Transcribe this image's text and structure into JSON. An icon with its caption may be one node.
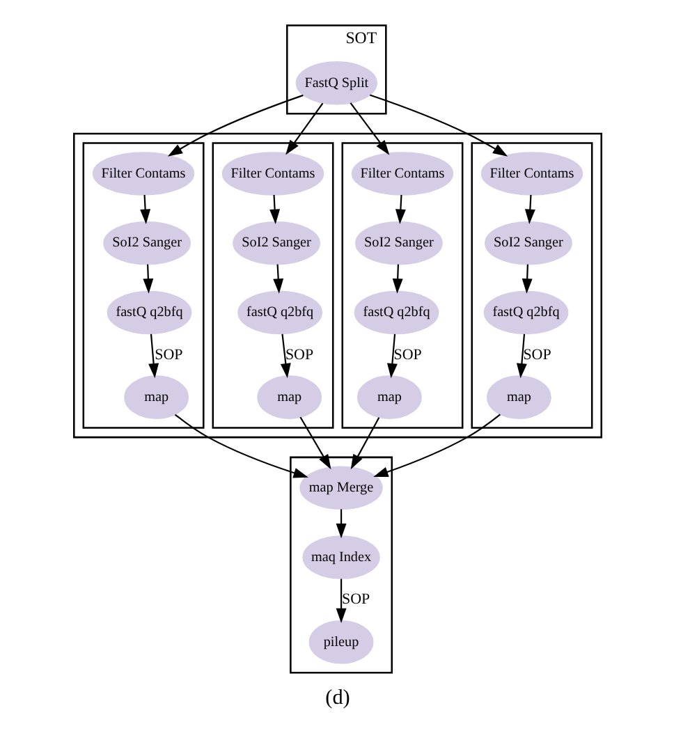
{
  "diagram": {
    "caption": "(d)",
    "nodes": [
      {
        "text": [
          "SOT"
        ]
      },
      {
        "text": [
          "FastQ Split"
        ],
        "in": 0
      },
      {
        "text": [],
        "shape": "box"
      },
      {
        "text": [],
        "shape": "box",
        "in": 2
      },
      {
        "text": [
          "Filter Contams"
        ],
        "in": 3
      },
      {
        "text": [
          "SoI2 Sanger"
        ],
        "in": 3
      },
      {
        "text": [
          "fastQ q2bfq"
        ],
        "in": 3
      },
      {
        "text": [
          "map"
        ],
        "in": 3
      },
      {
        "text": [],
        "shape": "box",
        "in": 2
      },
      {
        "text": [
          "Filter Contams"
        ],
        "in": 8
      },
      {
        "text": [
          "SoI2 Sanger"
        ],
        "in": 8
      },
      {
        "text": [
          "fastQ q2bfq"
        ],
        "in": 8
      },
      {
        "text": [
          "map"
        ],
        "in": 8
      },
      {
        "text": [],
        "shape": "box",
        "in": 2
      },
      {
        "text": [
          "Filter Contams"
        ],
        "in": 13
      },
      {
        "text": [
          "SoI2 Sanger"
        ],
        "in": 13
      },
      {
        "text": [
          "fastQ q2bfq"
        ],
        "in": 13
      },
      {
        "text": [
          "map"
        ],
        "in": 13
      },
      {
        "text": [],
        "shape": "box",
        "in": 2
      },
      {
        "text": [
          "Filter Contams"
        ],
        "in": 18
      },
      {
        "text": [
          "SoI2 Sanger"
        ],
        "in": 18
      },
      {
        "text": [
          "fastQ q2bfq"
        ],
        "in": 18
      },
      {
        "text": [
          "map"
        ],
        "in": 18
      },
      {
        "text": [],
        "shape": "box"
      },
      {
        "text": [
          "map Merge"
        ],
        "in": 23
      },
      {
        "text": [
          "maq Index"
        ],
        "in": 23
      },
      {
        "text": [
          "pileup"
        ],
        "in": 23
      }
    ],
    "edges": [
      {
        "from": 1,
        "to": 4,
        "arrow": "to"
      },
      {
        "from": 1,
        "to": 9,
        "arrow": "to"
      },
      {
        "from": 1,
        "to": 14,
        "arrow": "to"
      },
      {
        "from": 1,
        "to": 19,
        "arrow": "to"
      },
      {
        "from": 4,
        "to": 5,
        "arrow": "to"
      },
      {
        "from": 5,
        "to": 6,
        "arrow": "to"
      },
      {
        "from": 6,
        "to": 7,
        "arrow": "to",
        "label": "SOP"
      },
      {
        "from": 9,
        "to": 10,
        "arrow": "to"
      },
      {
        "from": 10,
        "to": 11,
        "arrow": "to"
      },
      {
        "from": 11,
        "to": 12,
        "arrow": "to",
        "label": "SOP"
      },
      {
        "from": 14,
        "to": 15,
        "arrow": "to"
      },
      {
        "from": 15,
        "to": 16,
        "arrow": "to"
      },
      {
        "from": 16,
        "to": 17,
        "arrow": "to",
        "label": "SOP"
      },
      {
        "from": 19,
        "to": 20,
        "arrow": "to"
      },
      {
        "from": 20,
        "to": 21,
        "arrow": "to"
      },
      {
        "from": 21,
        "to": 22,
        "arrow": "to",
        "label": "SOP"
      },
      {
        "from": 7,
        "to": 24,
        "arrow": "to"
      },
      {
        "from": 12,
        "to": 24,
        "arrow": "to"
      },
      {
        "from": 17,
        "to": 24,
        "arrow": "to"
      },
      {
        "from": 22,
        "to": 24,
        "arrow": "to"
      },
      {
        "from": 24,
        "to": 25,
        "arrow": "to"
      },
      {
        "from": 25,
        "to": 26,
        "arrow": "to",
        "label": "SOP"
      }
    ]
  }
}
